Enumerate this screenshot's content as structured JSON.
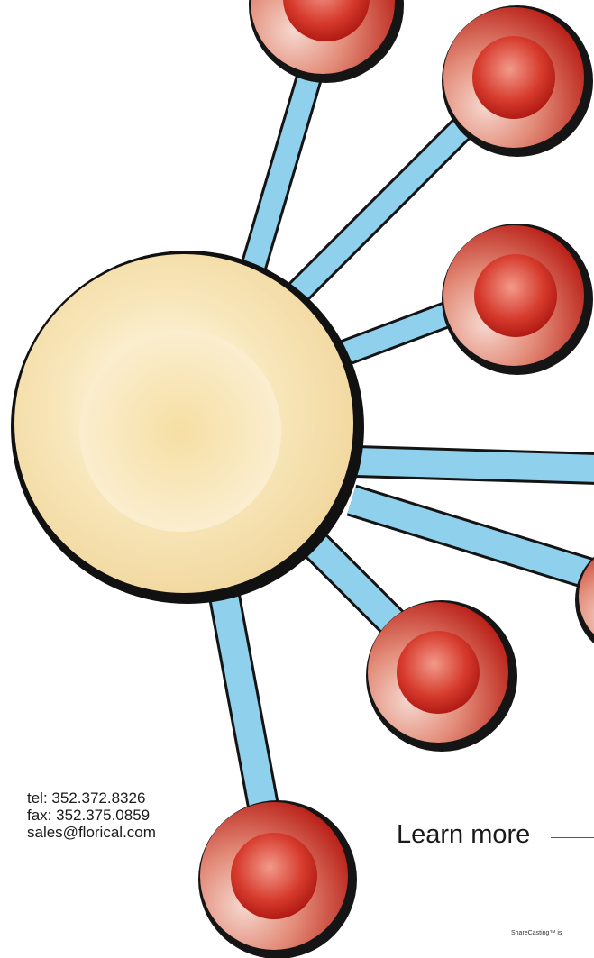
{
  "contact": {
    "tel": "tel: 352.372.8326",
    "fax": "fax: 352.375.0859",
    "email": "sales@florical.com"
  },
  "cta": {
    "label": "Learn more"
  },
  "footer": {
    "fine_print": "ShareCasting™ is"
  },
  "colors": {
    "connector": "#8fd0ec",
    "node_red": "#c8281e",
    "hub_cream": "#f7e3b4"
  }
}
